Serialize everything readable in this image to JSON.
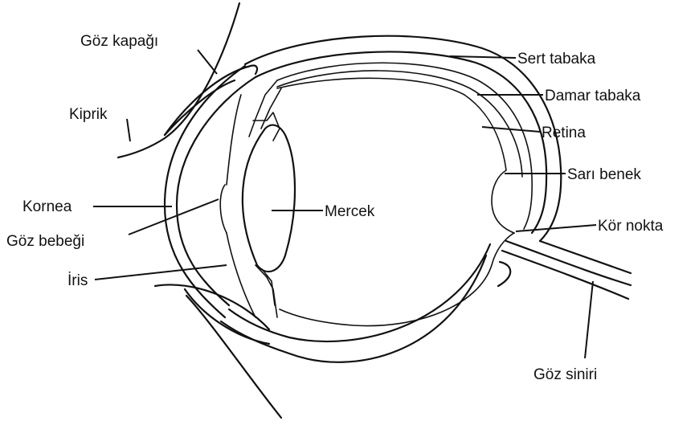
{
  "labels": {
    "eyelid": "Göz kapağı",
    "eyelash": "Kiprik",
    "cornea": "Kornea",
    "pupil": "Göz bebeği",
    "iris": "İris",
    "lens": "Mercek",
    "sclera": "Sert tabaka",
    "choroid": "Damar tabaka",
    "retina": "Retina",
    "yellow_spot": "Sarı benek",
    "blind_spot": "Kör nokta",
    "optic_nerve": "Göz siniri"
  }
}
